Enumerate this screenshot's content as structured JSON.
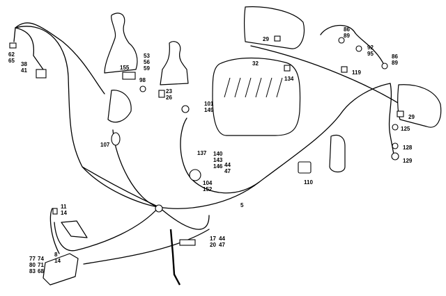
{
  "diagram": {
    "colors": {
      "ink": "#000000",
      "paper": "#ffffff",
      "shade": "#e8e8e8"
    },
    "callouts": [
      {
        "id": "c-62-65",
        "text": "62\n65"
      },
      {
        "id": "c-38-41",
        "text": "38\n41"
      },
      {
        "id": "c-155",
        "text": "155"
      },
      {
        "id": "c-53-56-59",
        "text": "53\n56\n59"
      },
      {
        "id": "c-98",
        "text": "98"
      },
      {
        "id": "c-23-26",
        "text": "23\n26"
      },
      {
        "id": "c-29-top",
        "text": "29"
      },
      {
        "id": "c-86-89-a",
        "text": "86\n89"
      },
      {
        "id": "c-92-95",
        "text": "92\n95"
      },
      {
        "id": "c-86-89-b",
        "text": "86\n89"
      },
      {
        "id": "c-32",
        "text": "32"
      },
      {
        "id": "c-134",
        "text": "134"
      },
      {
        "id": "c-119",
        "text": "119"
      },
      {
        "id": "c-29-right",
        "text": "29"
      },
      {
        "id": "c-101-149",
        "text": "101\n149"
      },
      {
        "id": "c-125",
        "text": "125"
      },
      {
        "id": "c-107",
        "text": "107"
      },
      {
        "id": "c-137",
        "text": "137"
      },
      {
        "id": "c-140-143-146",
        "text": "140\n143\n146"
      },
      {
        "id": "c-44-47-mid",
        "text": "44\n47"
      },
      {
        "id": "c-128",
        "text": "128"
      },
      {
        "id": "c-129",
        "text": "129"
      },
      {
        "id": "c-110",
        "text": "110"
      },
      {
        "id": "c-104-152",
        "text": "104\n152"
      },
      {
        "id": "c-5",
        "text": "5"
      },
      {
        "id": "c-11-14",
        "text": "11\n14"
      },
      {
        "id": "c-17-20",
        "text": "17\n20"
      },
      {
        "id": "c-44-47-low",
        "text": "44\n47"
      },
      {
        "id": "c-77-80-83",
        "text": "77\n80\n83"
      },
      {
        "id": "c-74-71-68",
        "text": "74\n71\n68"
      },
      {
        "id": "c-8-14",
        "text": "8\n14"
      }
    ]
  }
}
